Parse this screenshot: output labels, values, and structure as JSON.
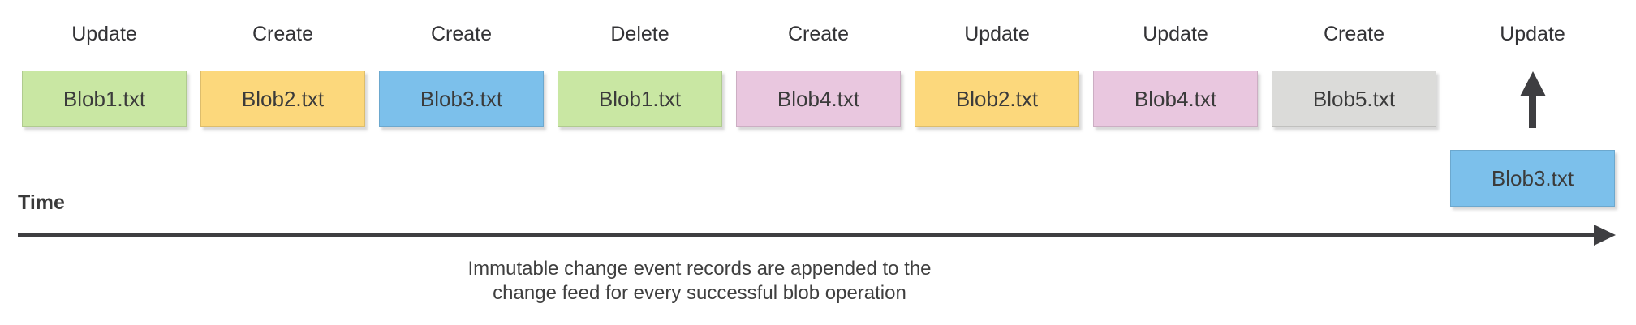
{
  "events": [
    {
      "operation": "Update",
      "blob": "Blob1.txt",
      "color": "green"
    },
    {
      "operation": "Create",
      "blob": "Blob2.txt",
      "color": "yellow"
    },
    {
      "operation": "Create",
      "blob": "Blob3.txt",
      "color": "blue"
    },
    {
      "operation": "Delete",
      "blob": "Blob1.txt",
      "color": "green"
    },
    {
      "operation": "Create",
      "blob": "Blob4.txt",
      "color": "pink"
    },
    {
      "operation": "Update",
      "blob": "Blob2.txt",
      "color": "yellow"
    },
    {
      "operation": "Update",
      "blob": "Blob4.txt",
      "color": "pink"
    },
    {
      "operation": "Create",
      "blob": "Blob5.txt",
      "color": "gray"
    },
    {
      "operation": "Update",
      "blob": "Blob3.txt",
      "color": "blue",
      "appending": true
    }
  ],
  "colors": {
    "green": "#c9e7a3",
    "yellow": "#fcd87c",
    "blue": "#7cc0eb",
    "pink": "#e9c7df",
    "gray": "#dbdbd9",
    "arrow": "#3e3e41"
  },
  "timeline": {
    "label": "Time"
  },
  "caption": {
    "line1": "Immutable change event records are appended to the",
    "line2": "change feed for every successful blob operation"
  }
}
